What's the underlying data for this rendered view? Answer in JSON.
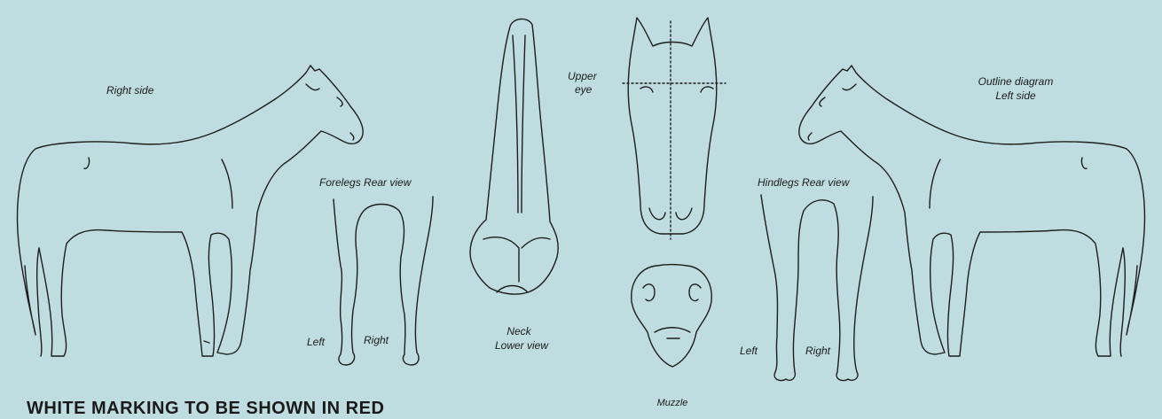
{
  "labels": {
    "right_side": "Right side",
    "forelegs_rear_view": "Forelegs Rear view",
    "forelegs_left": "Left",
    "forelegs_right": "Right",
    "neck_line1": "Neck",
    "neck_line2": "Lower view",
    "upper_eye_line1": "Upper",
    "upper_eye_line2": "eye",
    "muzzle": "Muzzle",
    "hindlegs_rear_view": "Hindlegs Rear view",
    "hindlegs_left": "Left",
    "hindlegs_right": "Right",
    "outline_line1": "Outline diagram",
    "outline_line2": "Left side"
  },
  "footer_text": "WHITE MARKING TO BE SHOWN IN RED",
  "colors": {
    "background": "#bfdde0",
    "ink": "#1d1d1d"
  }
}
